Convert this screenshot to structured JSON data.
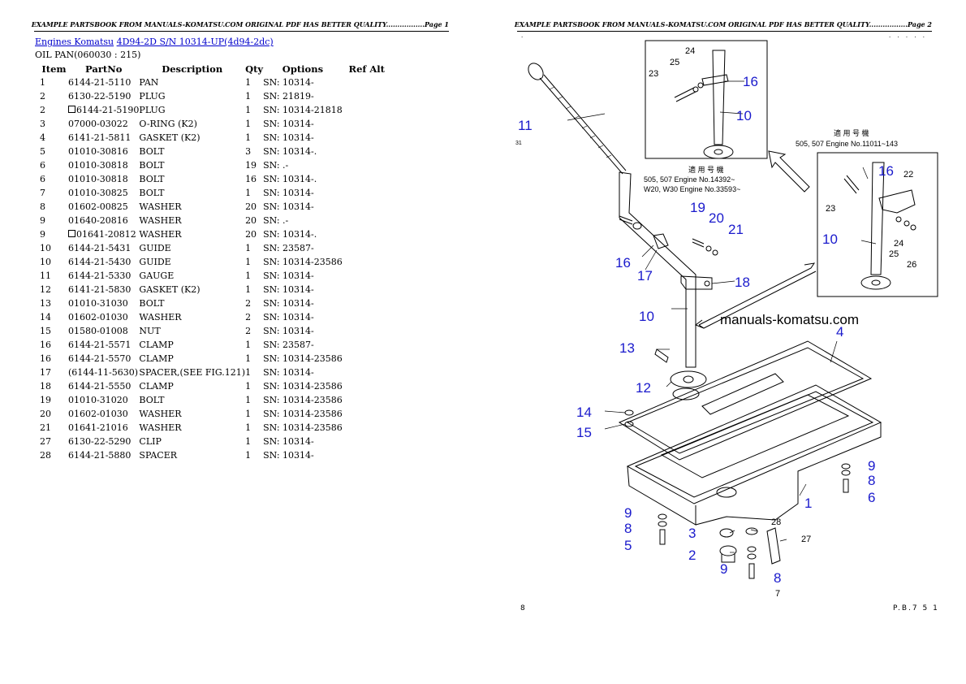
{
  "page1": {
    "header": "EXAMPLE PARTSBOOK FROM MANUALS-KOMATSU.COM ORIGINAL PDF HAS BETTER QUALITY.................Page 1",
    "breadcrumb": {
      "link1": "Engines Komatsu",
      "link2": "4D94-2D S/N 10314-UP(4d94-2dc)"
    },
    "section_title": "OIL PAN(060030 : 215)",
    "table": {
      "headers": [
        "Item",
        "PartNo",
        "Description",
        "Qty",
        "Options",
        "Ref Alt"
      ],
      "rows": [
        {
          "item": "1",
          "box": false,
          "partno": "6144-21-5110",
          "desc": "PAN",
          "qty": "1",
          "options": "SN: 10314-"
        },
        {
          "item": "2",
          "box": false,
          "partno": "6130-22-5190",
          "desc": "PLUG",
          "qty": "1",
          "options": "SN: 21819-"
        },
        {
          "item": "2",
          "box": true,
          "partno": "6144-21-5190",
          "desc": "PLUG",
          "qty": "1",
          "options": "SN: 10314-21818"
        },
        {
          "item": "3",
          "box": false,
          "partno": "07000-03022",
          "desc": "O-RING (K2)",
          "qty": "1",
          "options": "SN: 10314-"
        },
        {
          "item": "4",
          "box": false,
          "partno": "6141-21-5811",
          "desc": "GASKET (K2)",
          "qty": "1",
          "options": "SN: 10314-"
        },
        {
          "item": "5",
          "box": false,
          "partno": "01010-30816",
          "desc": "BOLT",
          "qty": "3",
          "options": "SN: 10314-."
        },
        {
          "item": "6",
          "box": false,
          "partno": "01010-30818",
          "desc": "BOLT",
          "qty": "19",
          "options": "SN: .-"
        },
        {
          "item": "6",
          "box": false,
          "partno": "01010-30818",
          "desc": "BOLT",
          "qty": "16",
          "options": "SN: 10314-."
        },
        {
          "item": "7",
          "box": false,
          "partno": "01010-30825",
          "desc": "BOLT",
          "qty": "1",
          "options": "SN: 10314-"
        },
        {
          "item": "8",
          "box": false,
          "partno": "01602-00825",
          "desc": "WASHER",
          "qty": "20",
          "options": "SN: 10314-"
        },
        {
          "item": "9",
          "box": false,
          "partno": "01640-20816",
          "desc": "WASHER",
          "qty": "20",
          "options": "SN: .-"
        },
        {
          "item": "9",
          "box": true,
          "partno": "01641-20812",
          "desc": "WASHER",
          "qty": "20",
          "options": "SN: 10314-."
        },
        {
          "item": "10",
          "box": false,
          "partno": "6144-21-5431",
          "desc": "GUIDE",
          "qty": "1",
          "options": "SN: 23587-"
        },
        {
          "item": "10",
          "box": false,
          "partno": "6144-21-5430",
          "desc": "GUIDE",
          "qty": "1",
          "options": "SN: 10314-23586"
        },
        {
          "item": "11",
          "box": false,
          "partno": "6144-21-5330",
          "desc": "GAUGE",
          "qty": "1",
          "options": "SN: 10314-"
        },
        {
          "item": "12",
          "box": false,
          "partno": "6141-21-5830",
          "desc": "GASKET (K2)",
          "qty": "1",
          "options": "SN: 10314-"
        },
        {
          "item": "13",
          "box": false,
          "partno": "01010-31030",
          "desc": "BOLT",
          "qty": "2",
          "options": "SN: 10314-"
        },
        {
          "item": "14",
          "box": false,
          "partno": "01602-01030",
          "desc": "WASHER",
          "qty": "2",
          "options": "SN: 10314-"
        },
        {
          "item": "15",
          "box": false,
          "partno": "01580-01008",
          "desc": "NUT",
          "qty": "2",
          "options": "SN: 10314-"
        },
        {
          "item": "16",
          "box": false,
          "partno": "6144-21-5571",
          "desc": "CLAMP",
          "qty": "1",
          "options": "SN: 23587-"
        },
        {
          "item": "16",
          "box": false,
          "partno": "6144-21-5570",
          "desc": "CLAMP",
          "qty": "1",
          "options": "SN: 10314-23586"
        },
        {
          "item": "17",
          "box": false,
          "partno": "(6144-11-5630)",
          "desc": "SPACER,(SEE FIG.121)",
          "qty": "1",
          "options": "SN: 10314-"
        },
        {
          "item": "18",
          "box": false,
          "partno": "6144-21-5550",
          "desc": "CLAMP",
          "qty": "1",
          "options": "SN: 10314-23586"
        },
        {
          "item": "19",
          "box": false,
          "partno": "01010-31020",
          "desc": "BOLT",
          "qty": "1",
          "options": "SN: 10314-23586"
        },
        {
          "item": "20",
          "box": false,
          "partno": "01602-01030",
          "desc": "WASHER",
          "qty": "1",
          "options": "SN: 10314-23586"
        },
        {
          "item": "21",
          "box": false,
          "partno": "01641-21016",
          "desc": "WASHER",
          "qty": "1",
          "options": "SN: 10314-23586"
        },
        {
          "item": "27",
          "box": false,
          "partno": "6130-22-5290",
          "desc": "CLIP",
          "qty": "1",
          "options": "SN: 10314-"
        },
        {
          "item": "28",
          "box": false,
          "partno": "6144-21-5880",
          "desc": "SPACER",
          "qty": "1",
          "options": "SN: 10314-"
        }
      ]
    }
  },
  "page2": {
    "header": "EXAMPLE PARTSBOOK FROM MANUALS-KOMATSU.COM ORIGINAL PDF HAS BETTER QUALITY.................Page 2",
    "watermark": "manuals-komatsu.com",
    "fig_number": "8",
    "fig_code": "P.B.7 5 1",
    "inset1_caption_line1": "適 用 号 機",
    "inset1_caption_line2": "505, 507 Engine No.14392~",
    "inset1_caption_line3": "W20, W30 Engine No.33593~",
    "inset2_caption_line1": "適 用 号 機",
    "inset2_caption_line2": "505, 507 Engine No.11011~143",
    "side_mark": "31",
    "callouts_blue": [
      "11",
      "16",
      "10",
      "19",
      "20",
      "21",
      "16",
      "17",
      "18",
      "10",
      "4",
      "13",
      "12",
      "14",
      "15",
      "1",
      "9",
      "8",
      "6",
      "9",
      "8",
      "5",
      "3",
      "2",
      "9",
      "8",
      "16",
      "10"
    ],
    "callouts_black": [
      "24",
      "25",
      "23",
      "22",
      "23",
      "24",
      "25",
      "26",
      "28",
      "27",
      "7"
    ],
    "colors": {
      "callout_blue": "#1a1acc",
      "link_blue": "#0000cc"
    }
  }
}
